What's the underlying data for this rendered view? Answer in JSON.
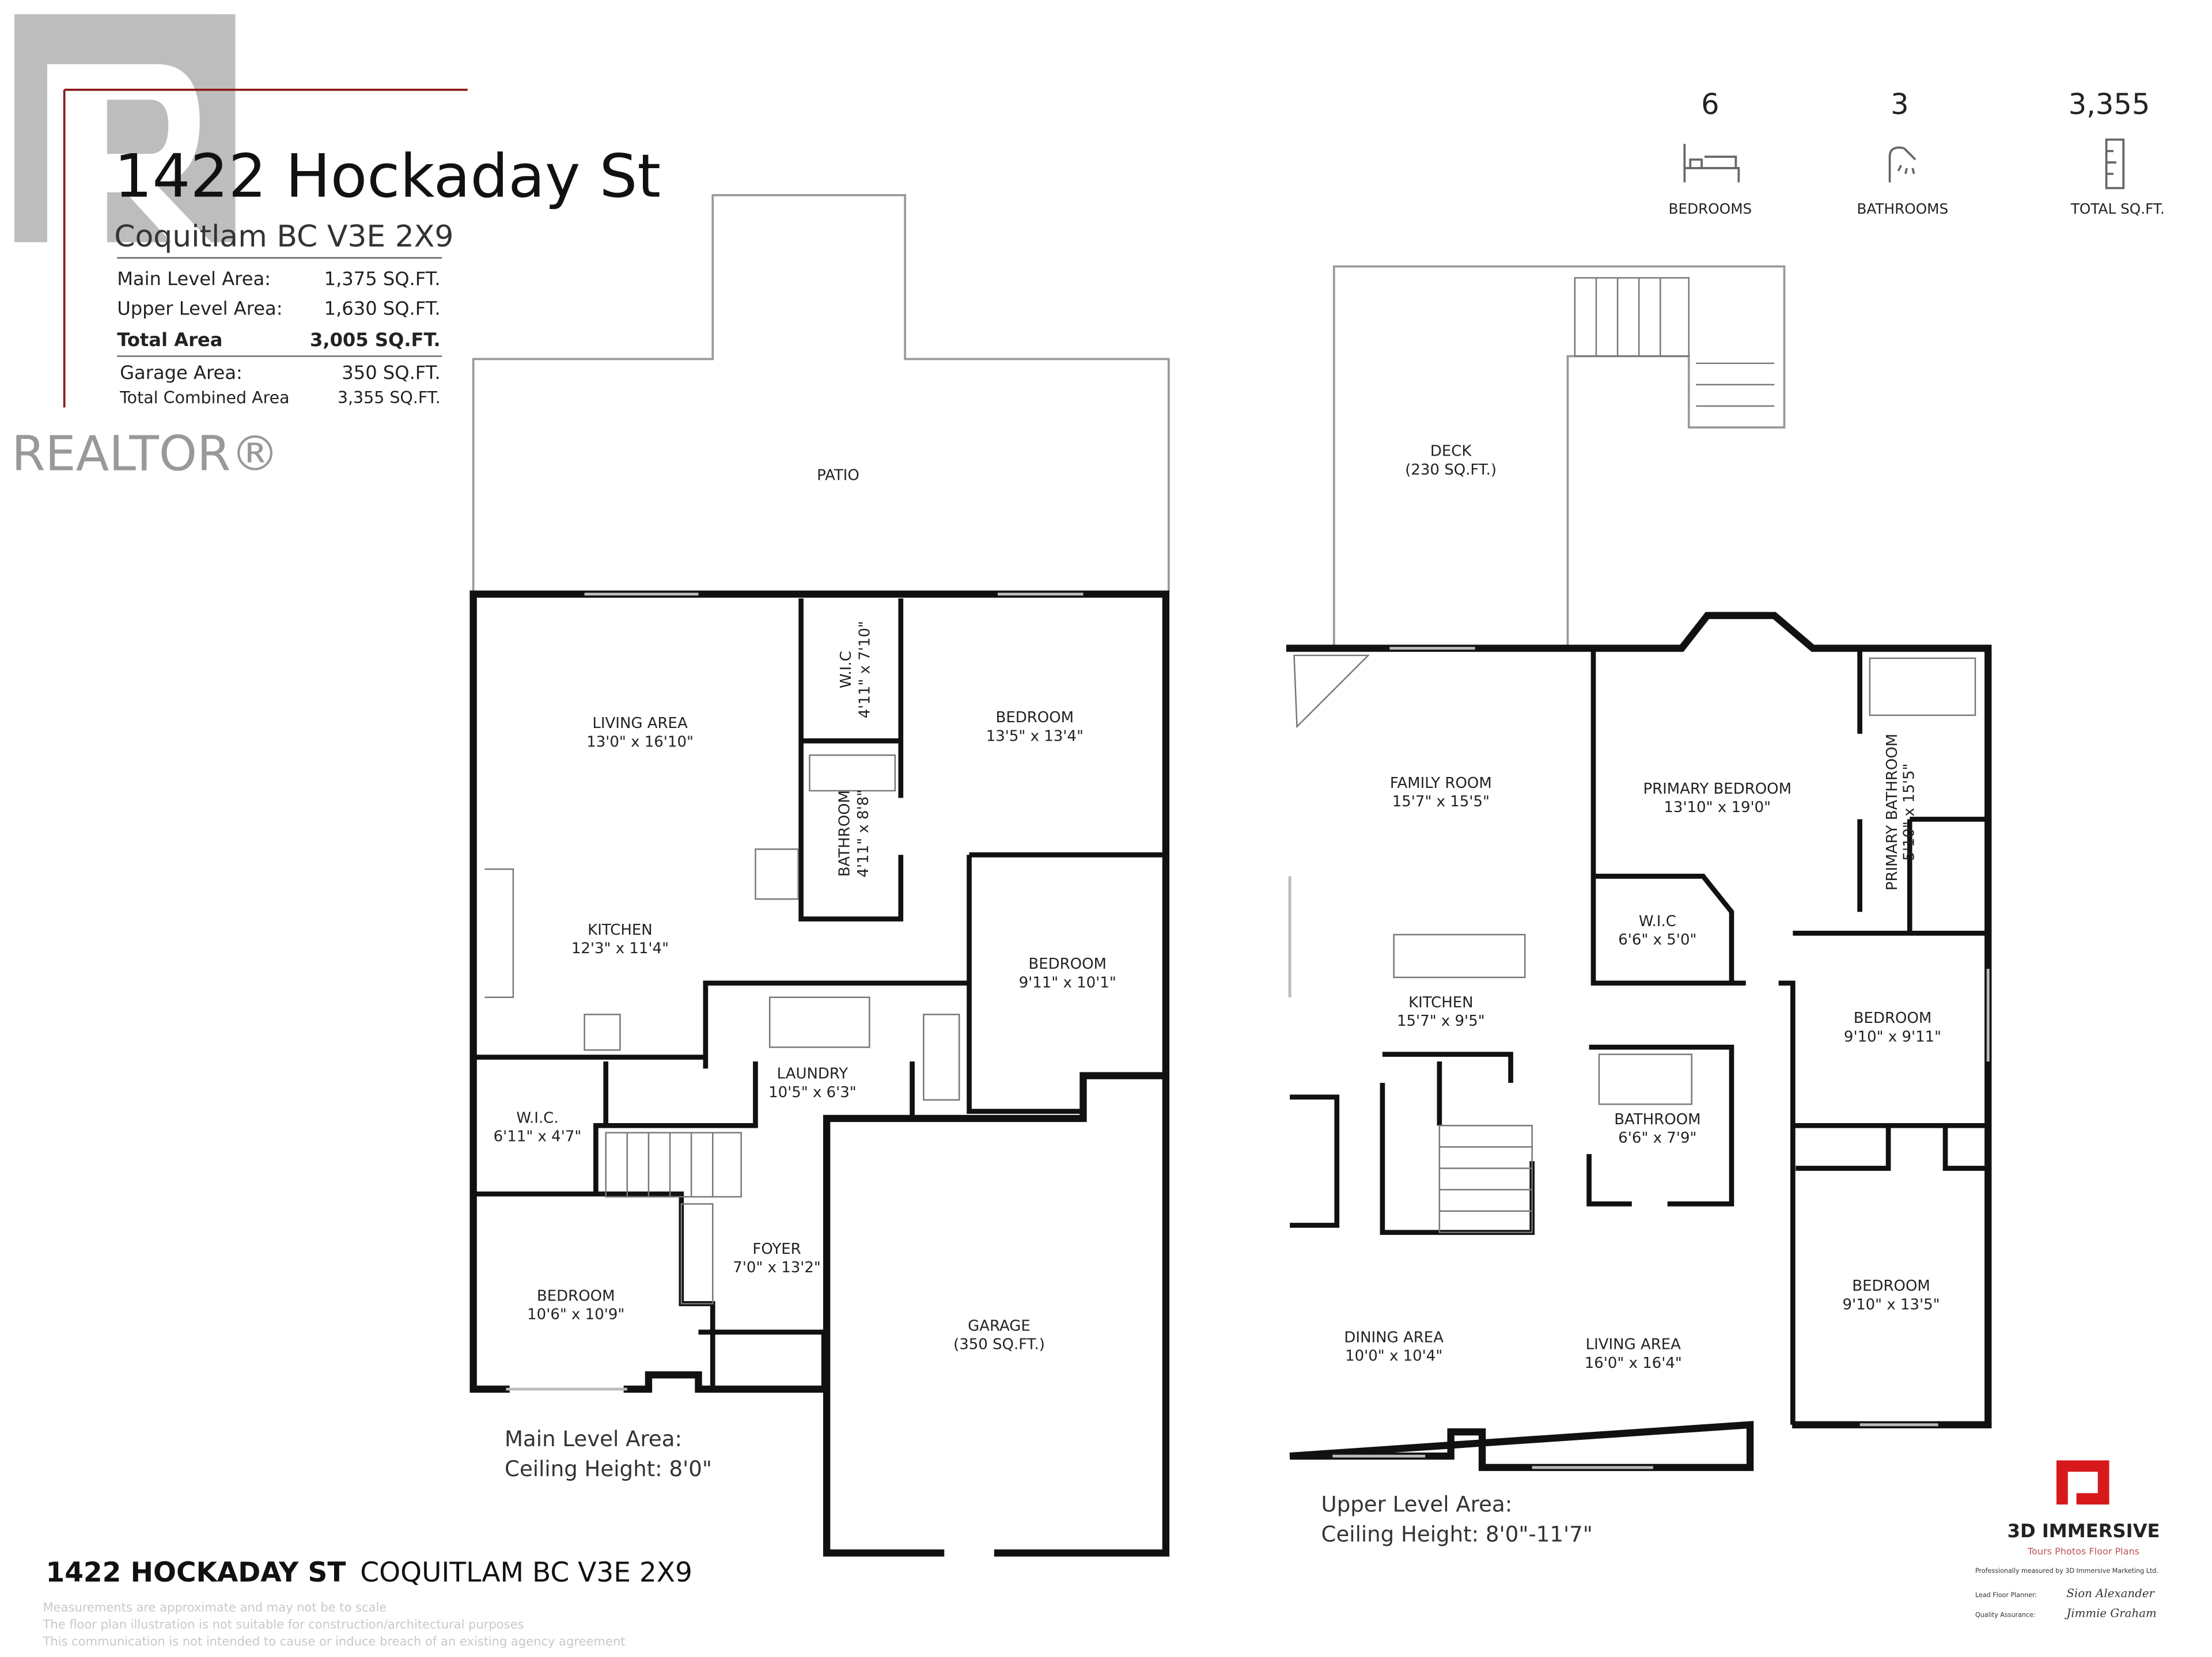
{
  "watermark": {
    "text": "REALTOR®"
  },
  "header": {
    "title": "1422 Hockaday St",
    "subtitle": "Coquitlam BC V3E 2X9",
    "areas": [
      {
        "label": "Main Level Area:",
        "value": "1,375 SQ.FT."
      },
      {
        "label": "Upper Level Area:",
        "value": "1,630 SQ.FT."
      },
      {
        "label": "Total Area",
        "value": "3,005 SQ.FT."
      },
      {
        "label": "Garage Area:",
        "value": "350 SQ.FT."
      },
      {
        "label": "Total Combined Area",
        "value": "3,355 SQ.FT."
      }
    ]
  },
  "stats": [
    {
      "value": "6",
      "label": "BEDROOMS",
      "icon": "bed-icon"
    },
    {
      "value": "3",
      "label": "BATHROOMS",
      "icon": "shower-icon"
    },
    {
      "value": "3,355",
      "label": "TOTAL SQ.FT.",
      "icon": "ruler-icon"
    }
  ],
  "main_level": {
    "rooms": [
      {
        "name": "PATIO",
        "dims": ""
      },
      {
        "name": "LIVING AREA",
        "dims": "13'0\" x 16'10\""
      },
      {
        "name": "W.I.C",
        "dims": "4'11\" x 7'10\""
      },
      {
        "name": "BEDROOM",
        "dims": "13'5\" x 13'4\""
      },
      {
        "name": "BATHROOM",
        "dims": "4'11\" x 8'8\""
      },
      {
        "name": "KITCHEN",
        "dims": "12'3\" x 11'4\""
      },
      {
        "name": "BEDROOM",
        "dims": "9'11\" x 10'1\""
      },
      {
        "name": "LAUNDRY",
        "dims": "10'5\" x 6'3\""
      },
      {
        "name": "W.I.C.",
        "dims": "6'11\" x 4'7\""
      },
      {
        "name": "FOYER",
        "dims": "7'0\" x 13'2\""
      },
      {
        "name": "BEDROOM",
        "dims": "10'6\" x 10'9\""
      },
      {
        "name": "GARAGE",
        "dims": "(350 SQ.FT.)"
      }
    ],
    "caption": "Main Level Area:",
    "ceiling": "Ceiling Height: 8'0\""
  },
  "upper_level": {
    "rooms": [
      {
        "name": "DECK",
        "dims": "(230 SQ.FT.)"
      },
      {
        "name": "FAMILY ROOM",
        "dims": "15'7\" x 15'5\""
      },
      {
        "name": "PRIMARY BEDROOM",
        "dims": "13'10\" x 19'0\""
      },
      {
        "name": "PRIMARY BATHROOM",
        "dims": "5'10\" x 15'5\""
      },
      {
        "name": "W.I.C",
        "dims": "6'6\" x 5'0\""
      },
      {
        "name": "KITCHEN",
        "dims": "15'7\" x 9'5\""
      },
      {
        "name": "BEDROOM",
        "dims": "9'10\" x 9'11\""
      },
      {
        "name": "BATHROOM",
        "dims": "6'6\" x 7'9\""
      },
      {
        "name": "BEDROOM",
        "dims": "9'10\" x 13'5\""
      },
      {
        "name": "DINING AREA",
        "dims": "10'0\" x 10'4\""
      },
      {
        "name": "LIVING AREA",
        "dims": "16'0\" x 16'4\""
      }
    ],
    "caption": "Upper Level Area:",
    "ceiling": "Ceiling Height: 8'0\"-11'7\""
  },
  "footer": {
    "address_bold": "1422 HOCKADAY ST",
    "address_rest": "COQUITLAM BC V3E 2X9",
    "disclaimers": [
      "Measurements are approximate and may not be to scale",
      "The floor plan illustration is not suitable for construction/architectural purposes",
      "This communication is not intended to cause or induce breach of an existing agency agreement"
    ]
  },
  "brand": {
    "name": "3D IMMERSIVE",
    "tagline": "Tours  Photos  Floor Plans",
    "measured_by": "Professionally measured by 3D Immersive Marketing Ltd.",
    "lead_label": "Lead Floor Planner:",
    "lead_signature": "Sion Alexander",
    "qa_label": "Quality Assurance:",
    "qa_signature": "Jimmie Graham",
    "color": "#d7191c"
  },
  "colors": {
    "accent_line": "#8b1a1a",
    "walls": "#111111"
  }
}
